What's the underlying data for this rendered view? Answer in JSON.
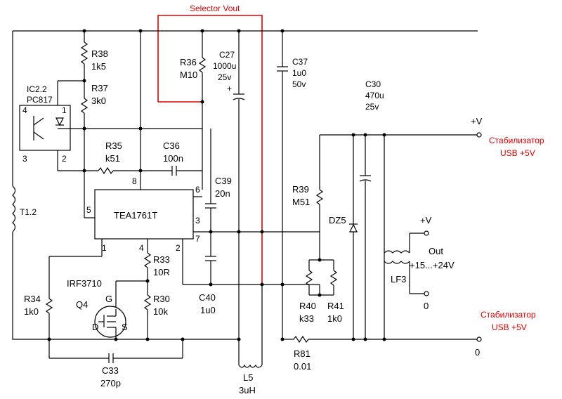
{
  "title": "Selector Vout",
  "ic": {
    "name": "TEA1761T",
    "pins": [
      "1",
      "2",
      "3",
      "4",
      "5",
      "6",
      "7",
      "8"
    ]
  },
  "opto": {
    "ref": "IC2.2",
    "part": "PC817",
    "pins": [
      "4",
      "1",
      "3",
      "2"
    ]
  },
  "transformer": "T1.2",
  "mosfet": {
    "part": "IRF3710",
    "ref": "Q4",
    "g": "G",
    "d": "D",
    "s": "S"
  },
  "components": {
    "R38": {
      "ref": "R38",
      "val": "1k5"
    },
    "R37": {
      "ref": "R37",
      "val": "3k0"
    },
    "R36": {
      "ref": "R36",
      "val": "M10"
    },
    "R35": {
      "ref": "R35",
      "val": "k51"
    },
    "C36": {
      "ref": "C36",
      "val": "100n"
    },
    "C27": {
      "ref": "C27",
      "val": "1000u",
      "volt": "25v",
      "plus": "+"
    },
    "C37": {
      "ref": "C37",
      "val": "1u0",
      "volt": "50v"
    },
    "C30": {
      "ref": "C30",
      "val": "470u",
      "volt": "25v"
    },
    "C39": {
      "ref": "C39",
      "val": "20n"
    },
    "R39": {
      "ref": "R39",
      "val": "M51"
    },
    "DZ5": {
      "ref": "DZ5"
    },
    "R33": {
      "ref": "R33",
      "val": "10R"
    },
    "R30": {
      "ref": "R30",
      "val": "10k"
    },
    "C40": {
      "ref": "C40",
      "val": "1u0"
    },
    "R34": {
      "ref": "R34",
      "val": "1k0"
    },
    "R40": {
      "ref": "R40",
      "val": "k33"
    },
    "R41": {
      "ref": "R41",
      "val": "1k0"
    },
    "C33": {
      "ref": "C33",
      "val": "270p"
    },
    "L5": {
      "ref": "L5",
      "val": "3uH"
    },
    "R81": {
      "ref": "R81",
      "val": "0.01"
    },
    "LF3": {
      "ref": "LF3"
    }
  },
  "terminals": {
    "vplus_top": "+V",
    "stab_top_line1": "Стабилизатор",
    "stab_top_line2": "USB +5V",
    "vplus_out": "+V",
    "out_label": "Out",
    "out_range": "+15...+24V",
    "out_zero": "0",
    "stab_bot_line1": "Стабилизатор",
    "stab_bot_line2": "USB +5V",
    "zero_bottom": "0"
  },
  "colors": {
    "wire": "#000000",
    "highlight": "#e00000"
  }
}
